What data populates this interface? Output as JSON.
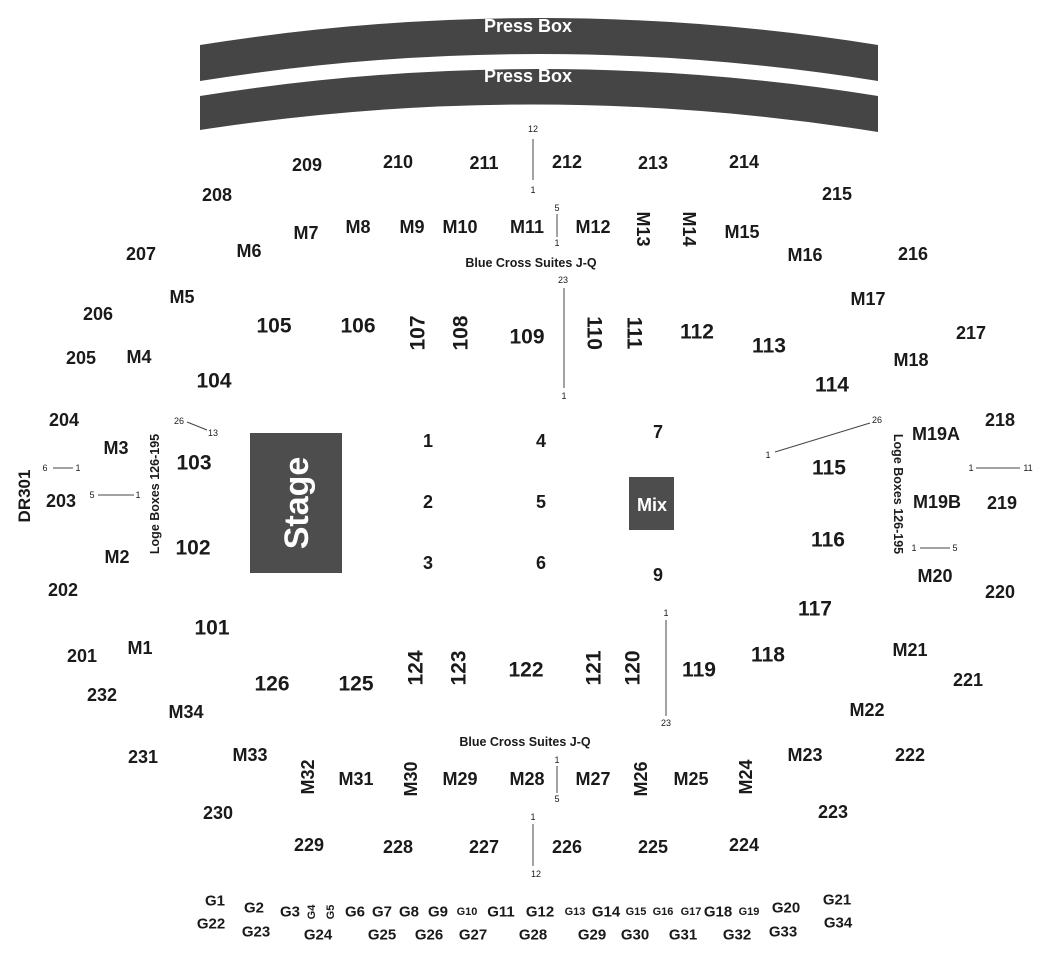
{
  "press_boxes": [
    "Press Box",
    "Press Box"
  ],
  "stage": "Stage",
  "mix": "Mix",
  "labels": {
    "blue_cross_top": "Blue Cross Suites J-Q",
    "blue_cross_bottom": "Blue Cross Suites J-Q",
    "loge_left": "Loge Boxes 126-195",
    "loge_right": "Loge Boxes 126-195",
    "dr301": "DR301"
  },
  "colors": {
    "press_box": "#454545",
    "stage": "#4d4d4d",
    "mix": "#4d4d4d",
    "text": "#1a1a1a"
  },
  "floor": [
    "1",
    "2",
    "3",
    "4",
    "5",
    "6",
    "7",
    "9"
  ],
  "lower_sections": [
    "101",
    "102",
    "103",
    "104",
    "105",
    "106",
    "107",
    "108",
    "109",
    "110",
    "111",
    "112",
    "113",
    "114",
    "115",
    "116",
    "117",
    "118",
    "119",
    "120",
    "121",
    "122",
    "123",
    "124",
    "125",
    "126"
  ],
  "mezzanine": [
    "M1",
    "M2",
    "M3",
    "M4",
    "M5",
    "M6",
    "M7",
    "M8",
    "M9",
    "M10",
    "M11",
    "M12",
    "M13",
    "M14",
    "M15",
    "M16",
    "M17",
    "M18",
    "M19A",
    "M19B",
    "M20",
    "M21",
    "M22",
    "M23",
    "M24",
    "M25",
    "M26",
    "M27",
    "M28",
    "M29",
    "M30",
    "M31",
    "M32",
    "M33",
    "M34"
  ],
  "upper_sections": [
    "201",
    "202",
    "203",
    "204",
    "205",
    "206",
    "207",
    "208",
    "209",
    "210",
    "211",
    "212",
    "213",
    "214",
    "215",
    "216",
    "217",
    "218",
    "219",
    "220",
    "221",
    "222",
    "223",
    "224",
    "225",
    "226",
    "227",
    "228",
    "229",
    "230",
    "231",
    "232"
  ],
  "gardens_row1": [
    "G1",
    "G2",
    "G3",
    "G4",
    "G5",
    "G6",
    "G7",
    "G8",
    "G9",
    "G10",
    "G11",
    "G12",
    "G13",
    "G14",
    "G15",
    "G16",
    "G17",
    "G18",
    "G19",
    "G20",
    "G21"
  ],
  "gardens_row2": [
    "G22",
    "G23",
    "G24",
    "G25",
    "G26",
    "G27",
    "G28",
    "G29",
    "G30",
    "G31",
    "G32",
    "G33",
    "G34"
  ],
  "range_markers": {
    "top_a": [
      "12",
      "1"
    ],
    "top_b": [
      "5",
      "1"
    ],
    "center_top": [
      "23",
      "1"
    ],
    "left_loge": [
      "26",
      "13"
    ],
    "left_a": [
      "6",
      "1"
    ],
    "left_b": [
      "5",
      "1"
    ],
    "right_loge": [
      "26",
      "1"
    ],
    "right_a": [
      "1",
      "11"
    ],
    "right_b": [
      "1",
      "5"
    ],
    "center_bottom": [
      "1",
      "23"
    ],
    "bottom_b": [
      "1",
      "5"
    ],
    "bottom_a": [
      "1",
      "12"
    ]
  }
}
